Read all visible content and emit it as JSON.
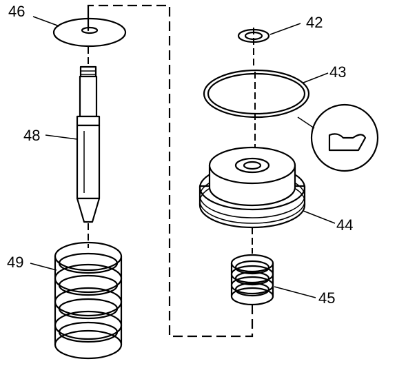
{
  "parts": [
    {
      "id": "46",
      "label": "46"
    },
    {
      "id": "48",
      "label": "48"
    },
    {
      "id": "49",
      "label": "49"
    },
    {
      "id": "42",
      "label": "42"
    },
    {
      "id": "43",
      "label": "43"
    },
    {
      "id": "44",
      "label": "44"
    },
    {
      "id": "45",
      "label": "45"
    }
  ]
}
